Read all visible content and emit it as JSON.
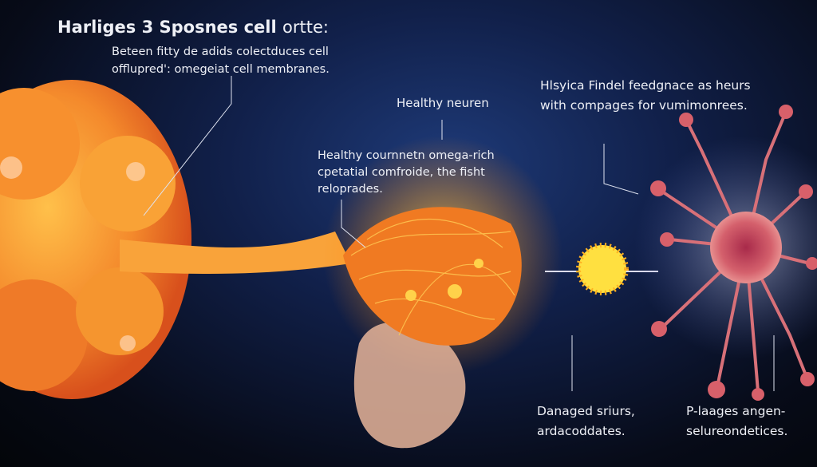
{
  "title": {
    "bold": "Harliges 3 Sposnes cell",
    "light": "ortte:"
  },
  "subtitle": [
    "Beteen fitty de adids colectduces cell",
    "offlupred': omegeiat cell membranes."
  ],
  "labels": {
    "healthy_neuron": "Healthy neuren",
    "healthy_description": [
      "Healthy cournnetn omega-rich",
      "cpetatial comfroide, the fisht",
      "reloprades."
    ],
    "right_top": [
      "Hlsyica Findel feedgnace as heurs",
      "with compages for vumimonrees."
    ],
    "damaged": [
      "Danaged sriurs,",
      "ardacoddates."
    ],
    "plaques": [
      "P-laages angen-",
      "selureondetices."
    ]
  },
  "colors": {
    "background": "#0b1430",
    "cell_orange": "#f47a2a",
    "glow_yellow": "#ffd23f",
    "damaged_neuron": "#c0485a"
  }
}
